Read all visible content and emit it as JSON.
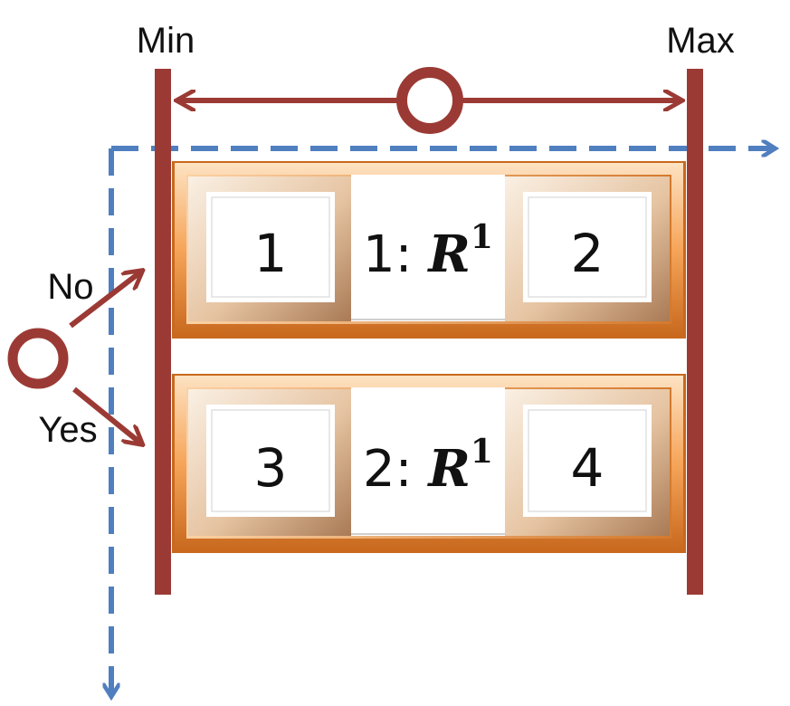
{
  "labels": {
    "min": "Min",
    "max": "Max",
    "no": "No",
    "yes": "Yes"
  },
  "rows": [
    {
      "left_cell": "1",
      "right_cell": "2",
      "middle": {
        "prefix": "1: ",
        "symbol": "R",
        "superscript": "1"
      }
    },
    {
      "left_cell": "3",
      "right_cell": "4",
      "middle": {
        "prefix": "2: ",
        "symbol": "R",
        "superscript": "1"
      }
    }
  ],
  "colors": {
    "bar_red": "#9b3a34",
    "dash_blue": "#4f7fbf",
    "frame_orange_dark": "#c8691e",
    "frame_orange_light": "#f9c690",
    "cell_face": "#ffffff",
    "cell_bevel_light": "#f4e2cf",
    "cell_bevel_dark": "#b78b66"
  }
}
